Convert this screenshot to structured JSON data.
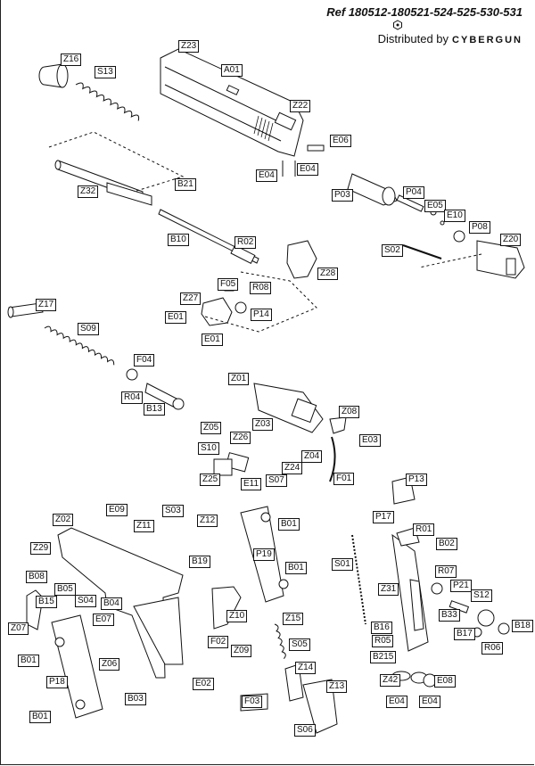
{
  "header": {
    "ref": "Ref 180512-180521-524-525-530-531",
    "distributed_by": "Distributed by",
    "brand": "CYBERGUN"
  },
  "parts": {
    "Z16": "Z16",
    "S13": "S13",
    "Z23": "Z23",
    "A01": "A01",
    "Z22": "Z22",
    "E06": "E06",
    "E04a": "E04",
    "E04b": "E04",
    "Z32": "Z32",
    "B21": "B21",
    "B10": "B10",
    "R02": "R02",
    "Z28": "Z28",
    "F05": "F05",
    "R08": "R08",
    "Z27": "Z27",
    "P14": "P14",
    "E01a": "E01",
    "E01b": "E01",
    "P03": "P03",
    "P04": "P04",
    "E05": "E05",
    "E10": "E10",
    "P08": "P08",
    "Z20": "Z20",
    "S02": "S02",
    "Z17": "Z17",
    "S09": "S09",
    "F04": "F04",
    "R04": "R04",
    "B13": "B13",
    "Z01": "Z01",
    "Z08": "Z08",
    "E03": "E03",
    "Z05": "Z05",
    "Z03": "Z03",
    "Z26": "Z26",
    "S10": "S10",
    "Z04": "Z04",
    "Z24": "Z24",
    "Z25": "Z25",
    "E11": "E11",
    "S07": "S07",
    "F01": "F01",
    "Z02": "Z02",
    "E09": "E09",
    "S03": "S03",
    "Z11": "Z11",
    "Z12": "Z12",
    "Z29": "Z29",
    "B19": "B19",
    "B08": "B08",
    "B05": "B05",
    "S04": "S04",
    "B15": "B15",
    "B04": "B04",
    "Z07": "Z07",
    "E07": "E07",
    "Z10": "Z10",
    "F02": "F02",
    "Z09": "Z09",
    "B01a": "B01",
    "Z06": "Z06",
    "P18": "P18",
    "E02": "E02",
    "B03": "B03",
    "B01b": "B01",
    "B01c": "B01",
    "P19": "P19",
    "B01d": "B01",
    "Z15": "Z15",
    "S05": "S05",
    "Z14": "Z14",
    "Z13": "Z13",
    "F03": "F03",
    "S06": "S06",
    "P13": "P13",
    "P17": "P17",
    "R01": "R01",
    "B02": "B02",
    "S01": "S01",
    "R07": "R07",
    "Z31": "Z31",
    "P21": "P21",
    "S12": "S12",
    "B33": "B33",
    "B18": "B18",
    "B16": "B16",
    "B17": "B17",
    "R05": "R05",
    "R06": "R06",
    "B215": "B215",
    "Z42": "Z42",
    "E08": "E08",
    "E04c": "E04",
    "E04d": "E04"
  }
}
